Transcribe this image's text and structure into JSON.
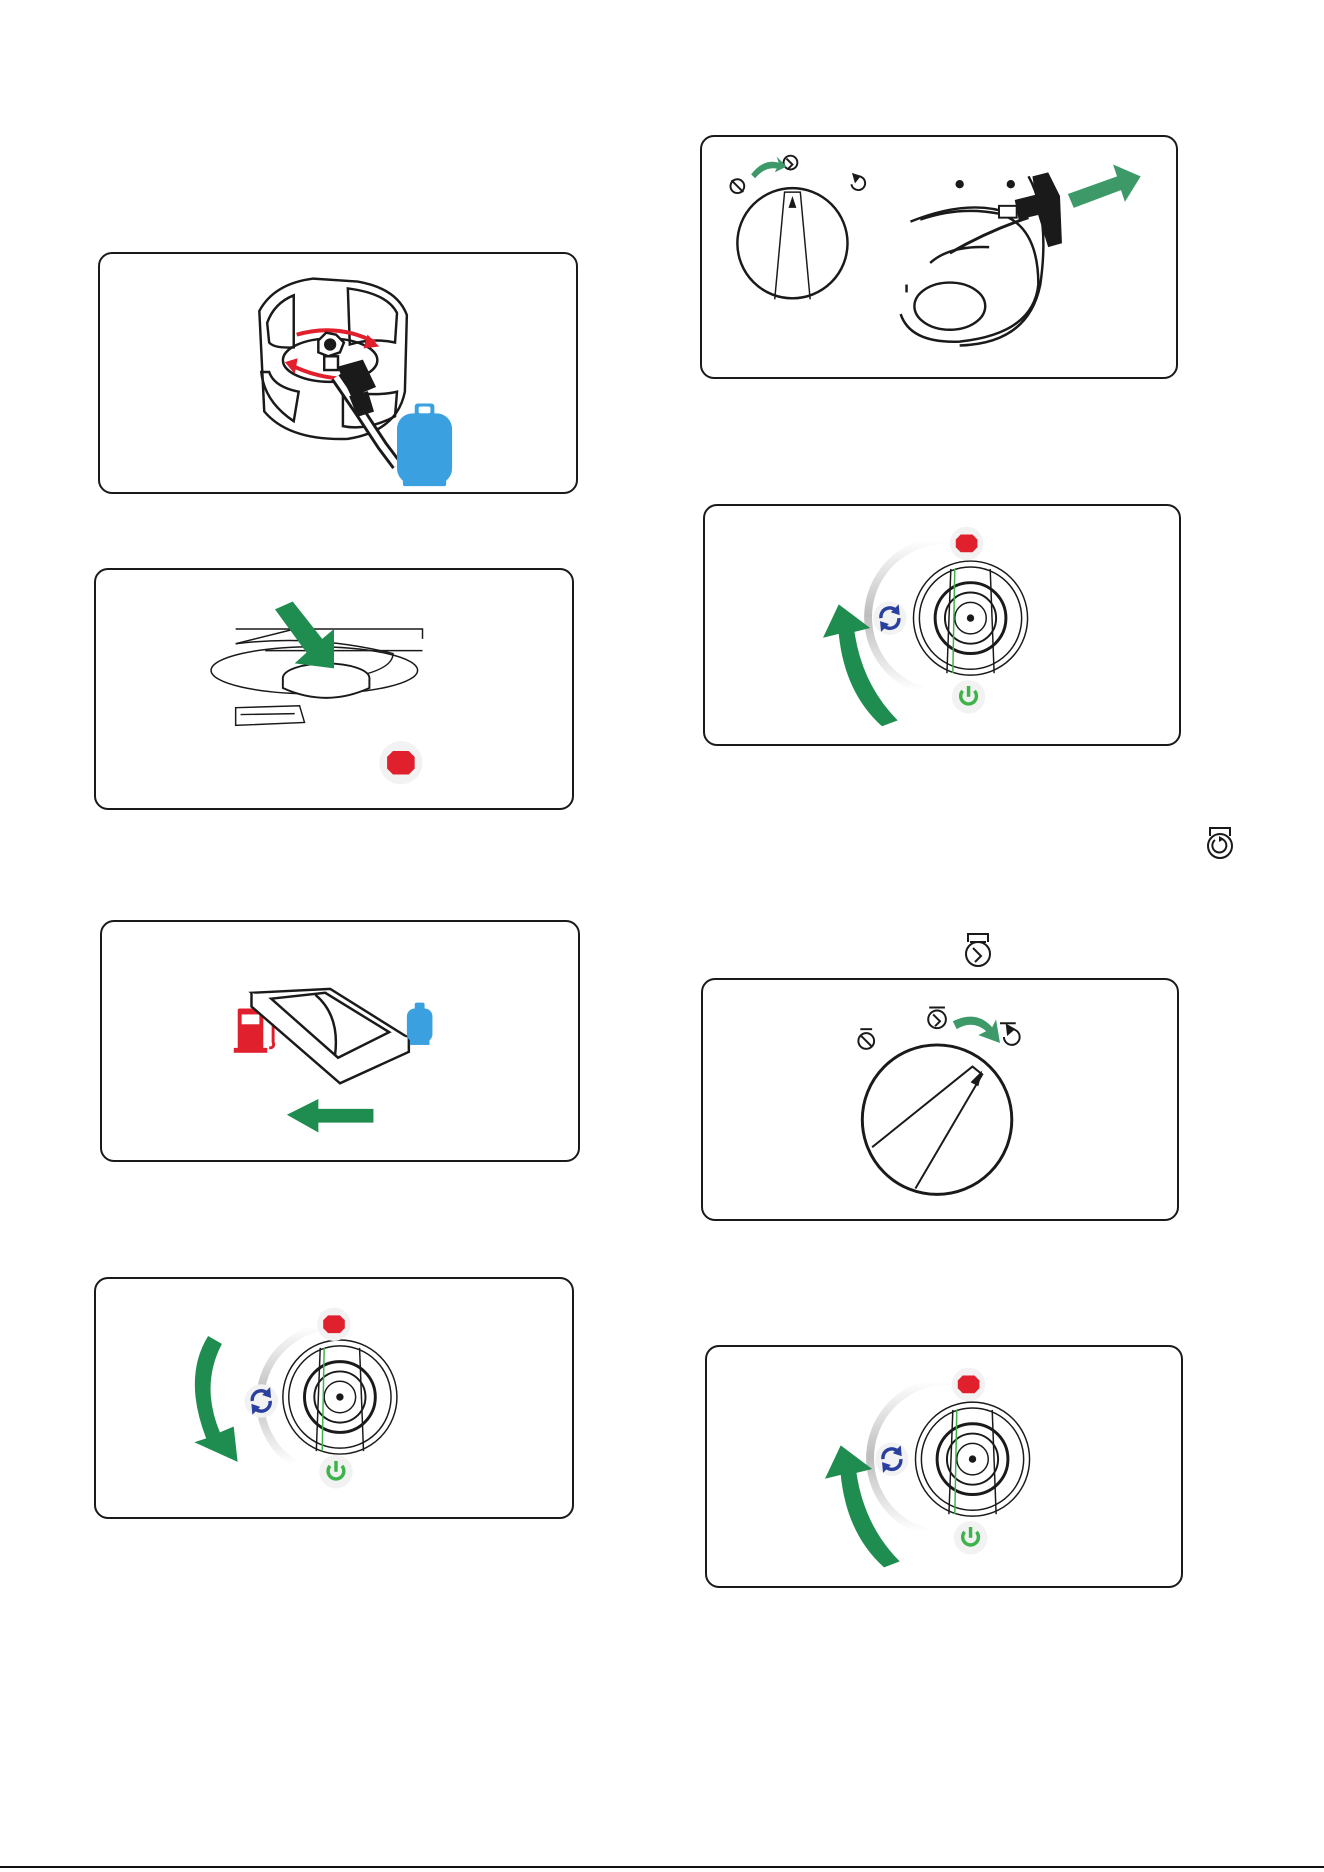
{
  "document": {
    "footer_fragment": "..."
  },
  "colors": {
    "stop_red": "#e0202c",
    "refresh_blue": "#2b3f9e",
    "power_green": "#3db34a",
    "arrow_green": "#1f8c50",
    "arrow_green_light": "#3d9a68",
    "gas_blue": "#3aa0e0",
    "fuel_red": "#e0202c",
    "line_dark": "#1a1a1a"
  },
  "panels": [
    {
      "id": "gas-cylinder-valve",
      "icons": [
        "gas-cylinder-icon",
        "valve-knob-icon",
        "rotate-arrows-icon"
      ]
    },
    {
      "id": "press-button-panel",
      "icons": [
        "press-arrow-icon",
        "stop-icon"
      ]
    },
    {
      "id": "fuel-switch-panel",
      "icons": [
        "fuel-pump-icon",
        "gas-cylinder-icon",
        "rocker-switch-icon",
        "left-arrow-icon"
      ]
    },
    {
      "id": "knob-rotate-down-panel",
      "icons": [
        "stop-icon",
        "refresh-icon",
        "power-icon",
        "rotate-down-arrow-icon"
      ]
    },
    {
      "id": "choke-pull-panel",
      "icons": [
        "choke-dial-icon",
        "pull-handle-icon",
        "pull-arrow-icon"
      ]
    },
    {
      "id": "knob-rotate-up-panel-1",
      "icons": [
        "stop-icon",
        "refresh-icon",
        "power-icon",
        "rotate-up-arrow-icon"
      ]
    },
    {
      "id": "choke-dial-panel",
      "icons": [
        "choke-closed-icon",
        "choke-half-icon",
        "choke-open-icon",
        "dial-knob-icon"
      ]
    },
    {
      "id": "knob-rotate-up-panel-2",
      "icons": [
        "stop-icon",
        "refresh-icon",
        "power-icon",
        "rotate-up-arrow-icon"
      ]
    }
  ],
  "inline_icons": [
    "choke-open-icon",
    "choke-half-icon"
  ]
}
